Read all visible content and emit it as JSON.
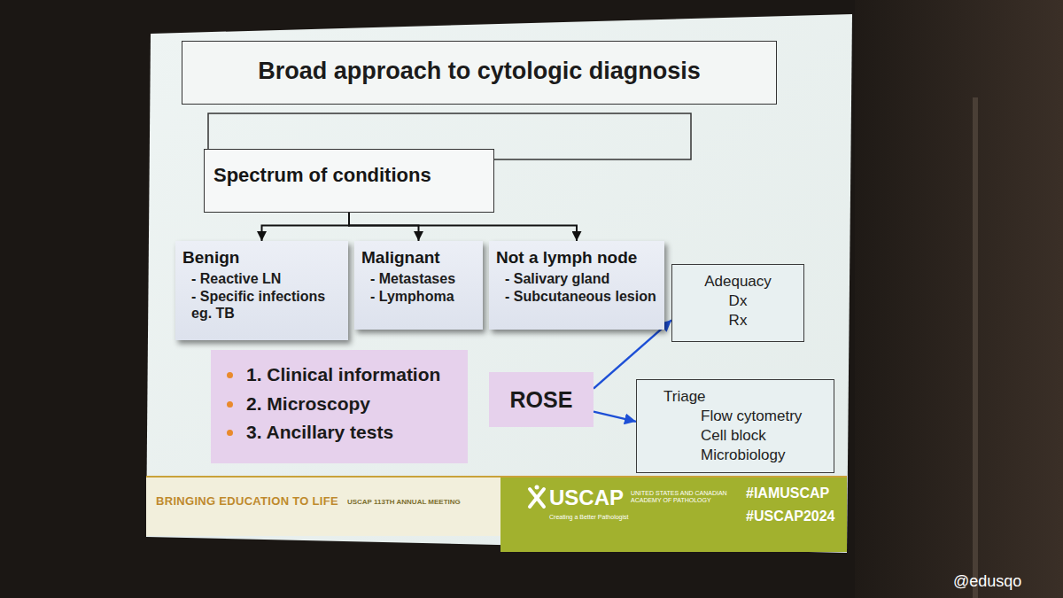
{
  "diagram": {
    "title": "Broad approach to cytologic diagnosis",
    "nodes": [
      {
        "text": [
          "Spectrum of conditions"
        ]
      },
      {
        "text": [
          "Benign",
          "- Reactive LN",
          "- Specific infections eg. TB"
        ]
      },
      {
        "text": [
          "Malignant",
          "- Metastases",
          "- Lymphoma"
        ]
      },
      {
        "text": [
          "Not a lymph node",
          "- Salivary gland",
          "- Subcutaneous lesion"
        ]
      },
      {
        "text": [
          "Adequacy",
          "Dx",
          "Rx"
        ]
      },
      {
        "text": [
          "1. Clinical information",
          "2. Microscopy",
          "3. Ancillary tests"
        ]
      },
      {
        "text": [
          "ROSE"
        ]
      },
      {
        "text": [
          "Triage",
          "Flow cytometry",
          "Cell block",
          "Microbiology"
        ]
      }
    ],
    "edges": [
      {
        "from": 0,
        "to": 1,
        "arrow": "to"
      },
      {
        "from": 0,
        "to": 2,
        "arrow": "to"
      },
      {
        "from": 0,
        "to": 3,
        "arrow": "to"
      },
      {
        "from": 6,
        "to": 4,
        "arrow": "to"
      },
      {
        "from": 6,
        "to": 7,
        "arrow": "to"
      }
    ],
    "labels": [
      "BRINGING EDUCATION TO LIFE",
      "USCAP 113TH ANNUAL MEETING",
      "USCAP",
      "UNITED STATES AND CANADIAN ACADEMY OF PATHOLOGY",
      "Creating a Better Pathologist",
      "#IAMUSCAP",
      "#USCAP2024",
      "@edusqo"
    ]
  }
}
